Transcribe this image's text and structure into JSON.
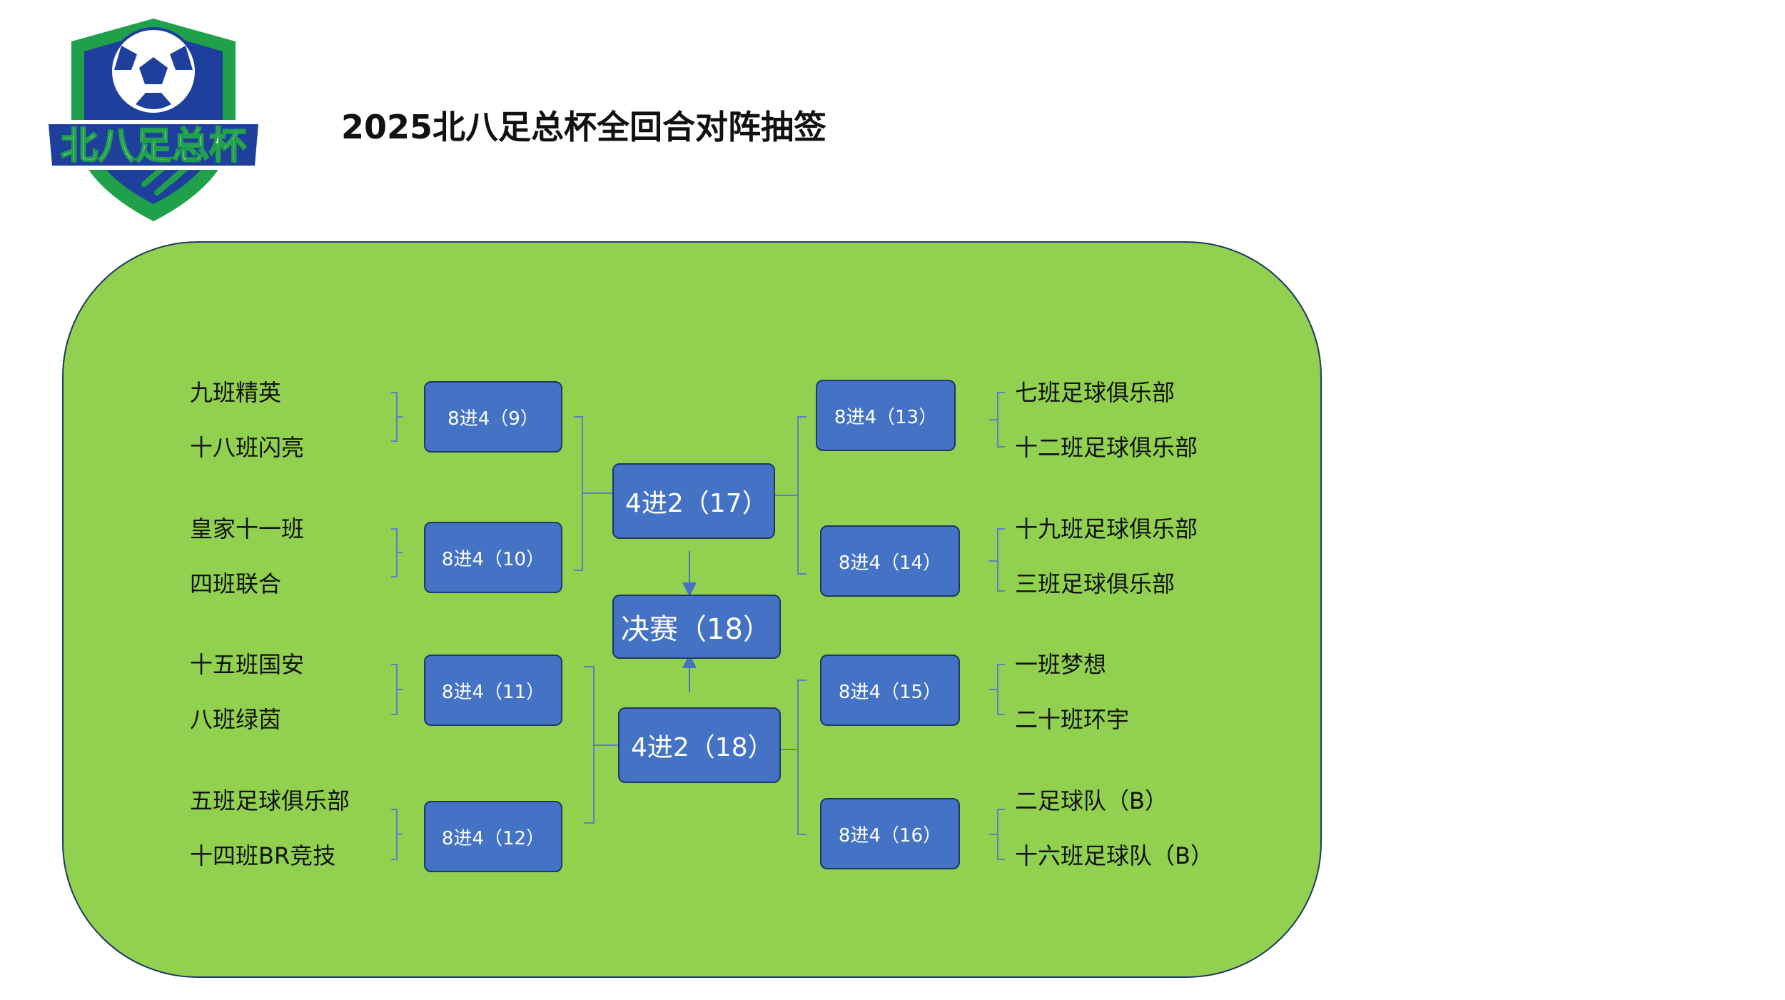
{
  "title": "2025北八足总杯全回合对阵抽签",
  "logo": {
    "text": "北八足总杯",
    "colors": {
      "green": "#21a04b",
      "blue": "#1e3f9c",
      "white": "#ffffff"
    }
  },
  "colors": {
    "field": "#92d050",
    "box": "#4472c4",
    "box_border": "#1f3864",
    "bracket_line": "#5b7fc0"
  },
  "left_teams": [
    "九班精英",
    "十八班闪亮",
    "皇家十一班",
    "四班联合",
    "十五班国安",
    "八班绿茵",
    "五班足球俱乐部",
    "十四班BR竞技"
  ],
  "right_teams": [
    "七班足球俱乐部",
    "十二班足球俱乐部",
    "十九班足球俱乐部",
    "三班足球俱乐部",
    "一班梦想",
    "二十班环宇",
    "二足球队（B）",
    "十六班足球队（B）"
  ],
  "round_of_8": {
    "left": [
      "8进4（9）",
      "8进4（10）",
      "8进4（11）",
      "8进4（12）"
    ],
    "right": [
      "8进4（13）",
      "8进4（14）",
      "8进4（15）",
      "8进4（16）"
    ]
  },
  "semifinals": [
    "4进2（17）",
    "4进2（18）"
  ],
  "final": "决赛（18）"
}
